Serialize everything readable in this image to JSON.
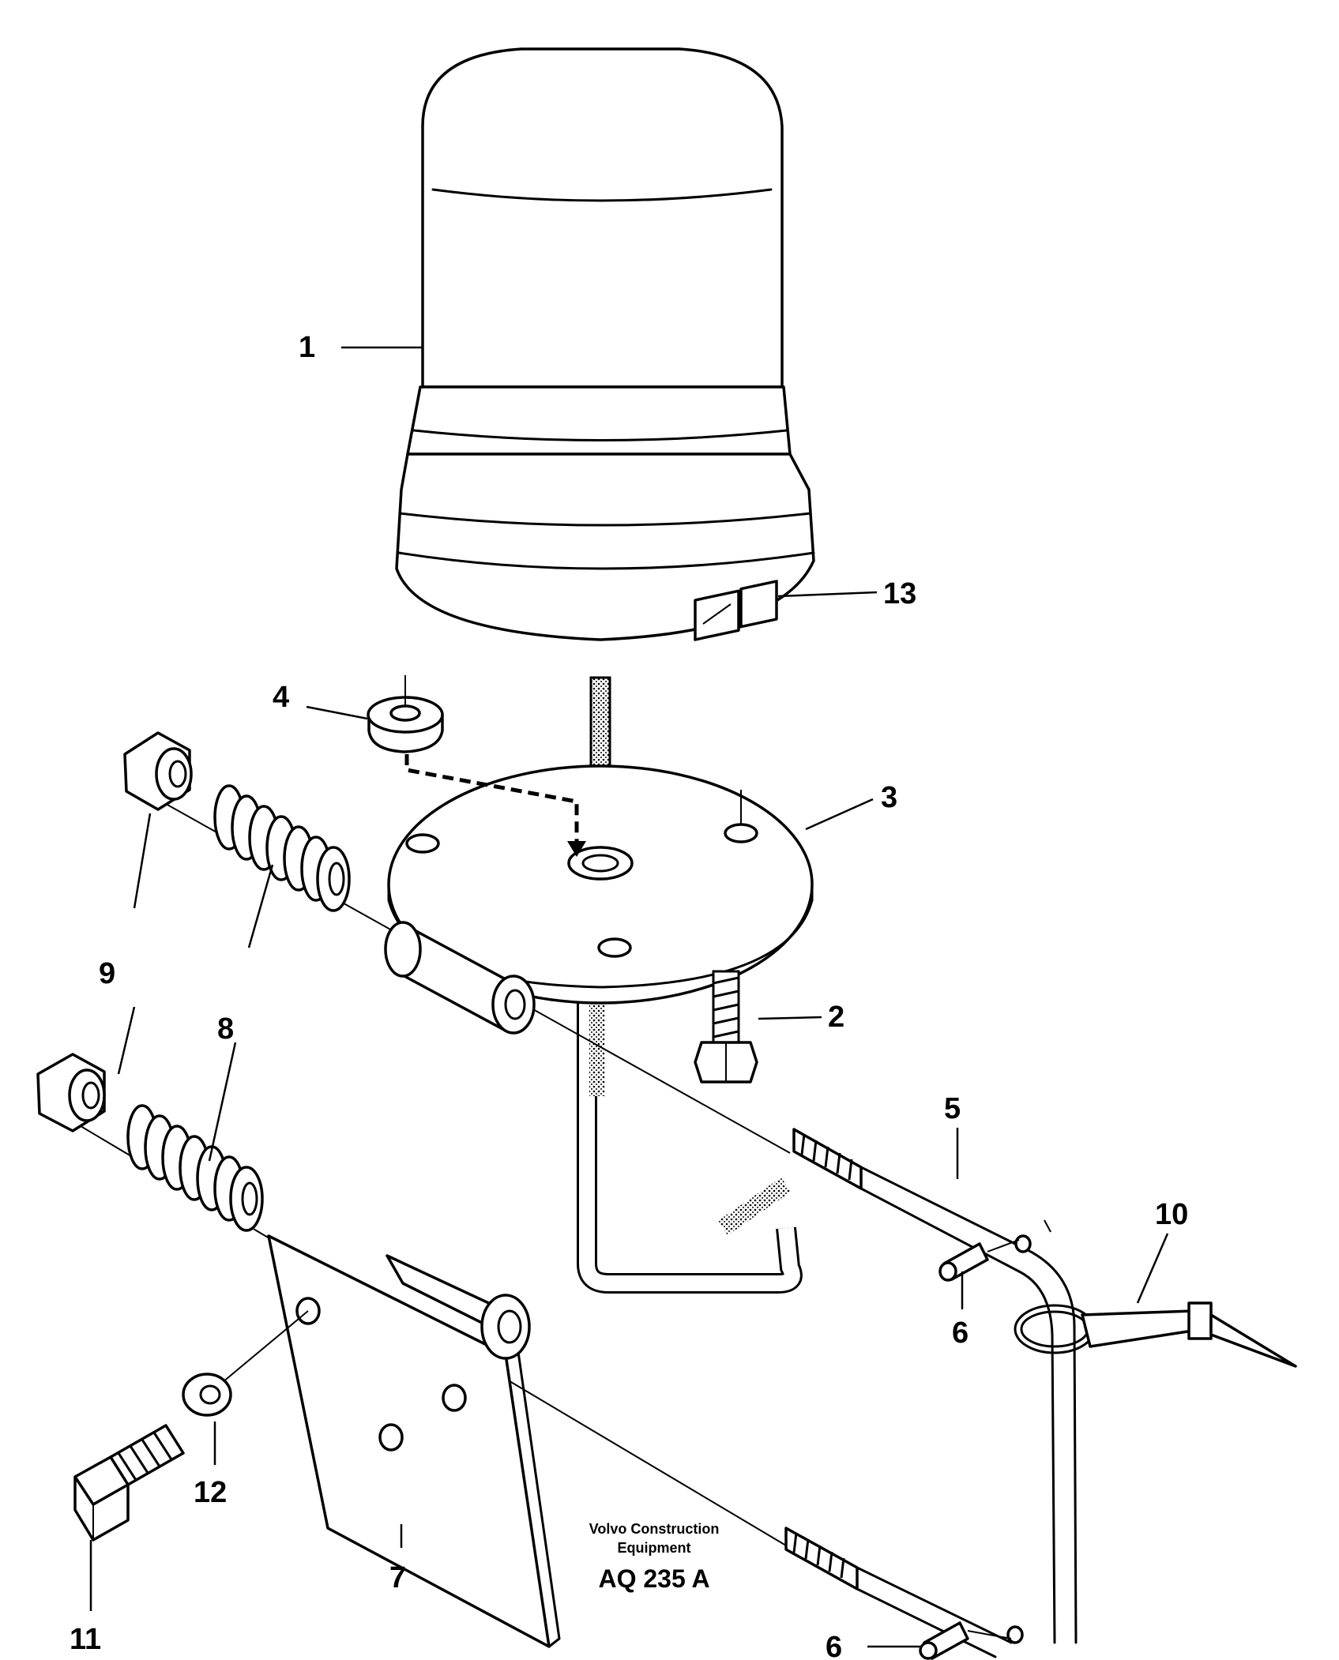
{
  "callouts": {
    "c1": "1",
    "c2": "2",
    "c3": "3",
    "c4": "4",
    "c5": "5",
    "c6a": "6",
    "c6b": "6",
    "c7": "7",
    "c8": "8",
    "c9": "9",
    "c10": "10",
    "c11": "11",
    "c12": "12",
    "c13": "13"
  },
  "caption": {
    "brand_line1": "Volvo Construction",
    "brand_line2": "Equipment",
    "code": "AQ 235 A"
  }
}
